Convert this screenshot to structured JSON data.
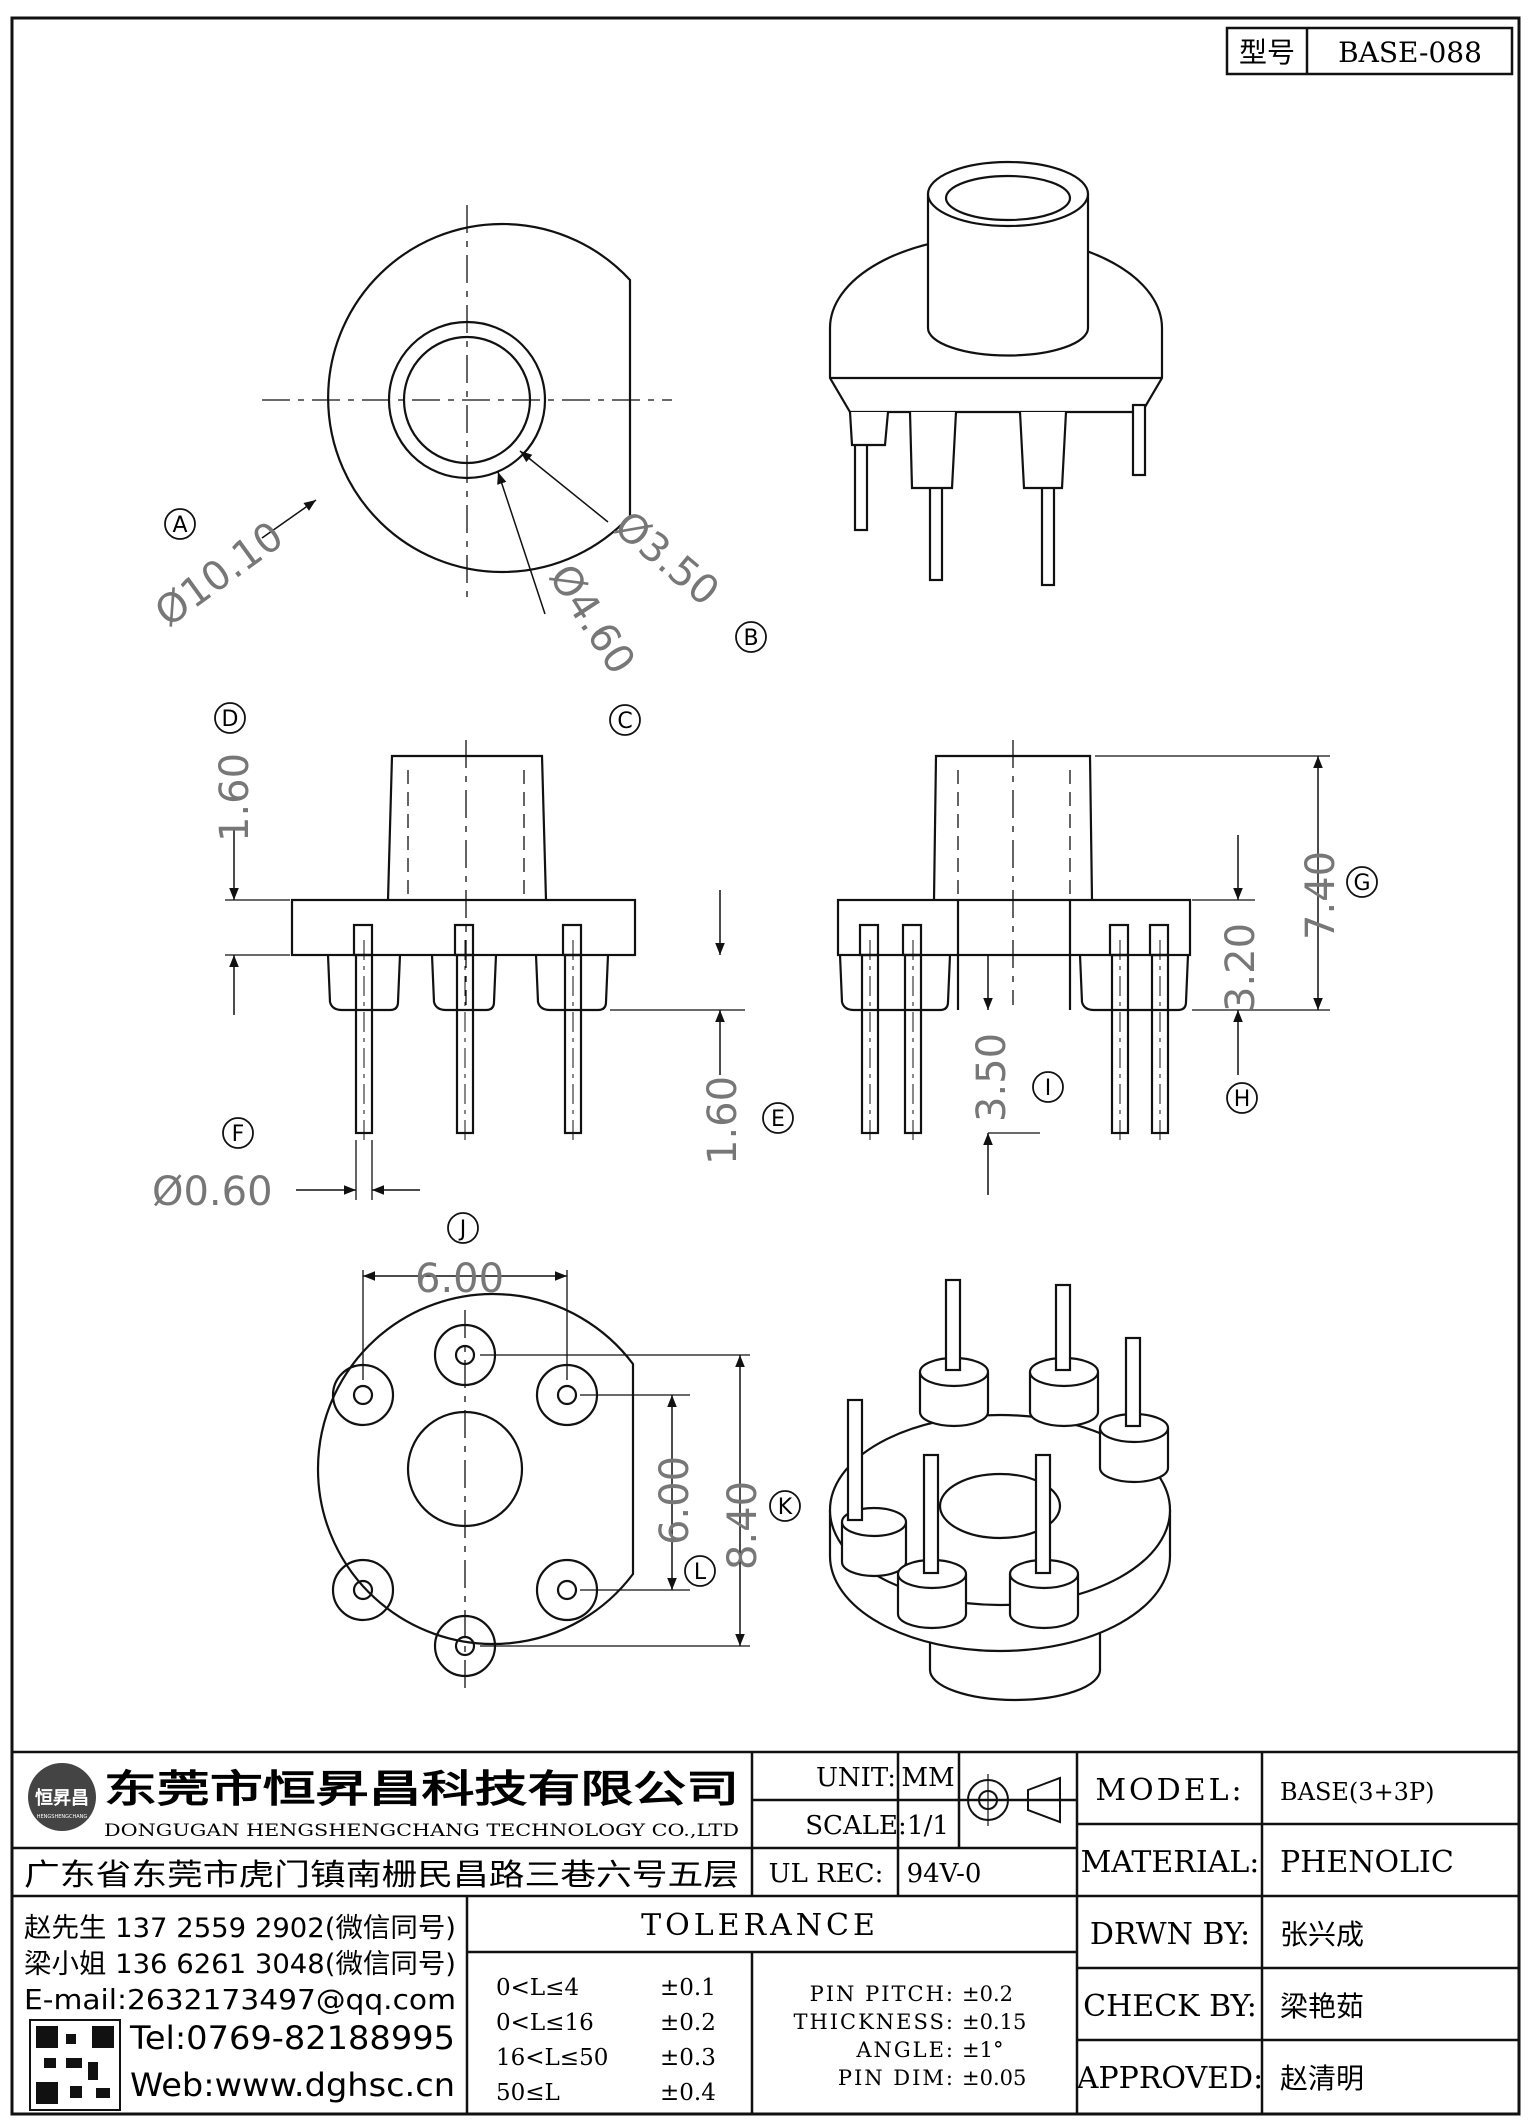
{
  "part_box": {
    "label": "型号",
    "value": "BASE-088"
  },
  "dims": {
    "A": {
      "tag": "A",
      "value": "Ø10.10"
    },
    "B": {
      "tag": "B",
      "value": "Ø3.50"
    },
    "C": {
      "tag": "C",
      "value": "Ø4.60"
    },
    "D": {
      "tag": "D",
      "value": "1.60"
    },
    "E": {
      "tag": "E",
      "value": "1.60"
    },
    "F": {
      "tag": "F",
      "value": "Ø0.60"
    },
    "G": {
      "tag": "G",
      "value": "7.40"
    },
    "H": {
      "tag": "H",
      "value": "3.20"
    },
    "I": {
      "tag": "I",
      "value": "3.50"
    },
    "J": {
      "tag": "J",
      "value": "6.00"
    },
    "K": {
      "tag": "K",
      "value": "8.40"
    },
    "L": {
      "tag": "L",
      "value": "6.00"
    }
  },
  "company": {
    "logo_text": "恒昇昌",
    "logo_sub": "HENGSHENGCHANG",
    "name_cn": "东莞市恒昇昌科技有限公司",
    "name_en": "DONGUGAN HENGSHENGCHANG TECHNOLOGY CO.,LTD",
    "address": "广东省东莞市虎门镇南栅民昌路三巷六号五层"
  },
  "contacts": {
    "line1": "赵先生 137 2559 2902(微信同号)",
    "line2": "梁小姐 136 6261 3048(微信同号)",
    "email": "E-mail:2632173497@qq.com",
    "tel": "Tel:0769-82188995",
    "web": "Web:www.dghsc.cn"
  },
  "specs": {
    "unit_label": "UNIT:",
    "unit_value": "MM",
    "scale_label": "SCALE:",
    "scale_value": "1/1",
    "ulrec_label": "UL REC:",
    "ulrec_value": "94V-0"
  },
  "tolerance": {
    "title": "TOLERANCE",
    "rows": [
      {
        "range": "0<L≤4",
        "value": "±0.1"
      },
      {
        "range": "0<L≤16",
        "value": "±0.2"
      },
      {
        "range": "16<L≤50",
        "value": "±0.3"
      },
      {
        "range": "50≤L",
        "value": "±0.4"
      }
    ],
    "extra": [
      {
        "label": "PIN PITCH:",
        "value": "±0.2"
      },
      {
        "label": "THICKNESS:",
        "value": "±0.15"
      },
      {
        "label": "ANGLE:",
        "value": "±1°"
      },
      {
        "label": "PIN DIM:",
        "value": "±0.05"
      }
    ]
  },
  "info": {
    "model_label": "MODEL:",
    "model_value": "BASE(3+3P)",
    "material_label": "MATERIAL:",
    "material_value": "PHENOLIC",
    "drwn_label": "DRWN BY:",
    "drwn_value": "张兴成",
    "check_label": "CHECK BY:",
    "check_value": "梁艳茹",
    "approved_label": "APPROVED:",
    "approved_value": "赵清明"
  }
}
